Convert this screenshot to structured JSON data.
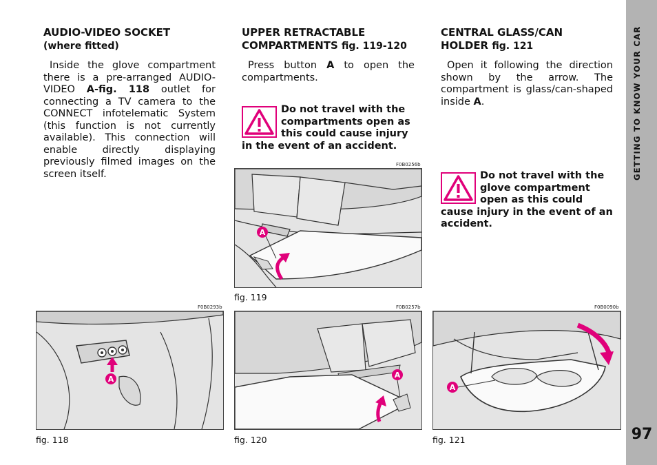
{
  "side": {
    "title": "GETTING TO KNOW YOUR CAR",
    "page_number": "97"
  },
  "col1": {
    "heading": "AUDIO-VIDEO SOCKET",
    "subheading": "(where fitted)",
    "body_before": "Inside the glove compartment there is a pre-arranged AUDIO-VIDEO ",
    "body_ref": "A-fig. 118",
    "body_after": " outlet for connecting a TV camera to the CONNECT infotelematic System (this function is not currently available). This connection will enable directly displaying previously filmed images on the screen itself."
  },
  "col2": {
    "heading": "UPPER RETRACTABLE COMPARTMENTS",
    "heading_ref": "fig. 119-120",
    "body_before": "Press button ",
    "body_ref": "A",
    "body_after": " to open the compartments.",
    "warning": "Do not travel with the compartments open as this could cause injury in the event of an accident."
  },
  "col3": {
    "heading": "CENTRAL GLASS/CAN HOLDER",
    "heading_ref": "fig. 121",
    "body_before": "Open it following the direction shown by the arrow. The compartment is glass/can-shaped inside ",
    "body_ref": "A",
    "body_after": ".",
    "warning": "Do not travel with the glove compartment open as this could cause injury in the event of an accident."
  },
  "figures": {
    "fig119": {
      "code": "F0B0256b",
      "caption": "fig. 119",
      "marker": "A"
    },
    "fig118": {
      "code": "F0B0293b",
      "caption": "fig. 118",
      "marker": "A"
    },
    "fig120": {
      "code": "F0B0257b",
      "caption": "fig. 120",
      "marker": "A"
    },
    "fig121": {
      "code": "F0B0090b",
      "caption": "fig. 121",
      "marker": "A"
    }
  },
  "colors": {
    "accent": "#e0007a",
    "tab": "#b3b3b3"
  }
}
